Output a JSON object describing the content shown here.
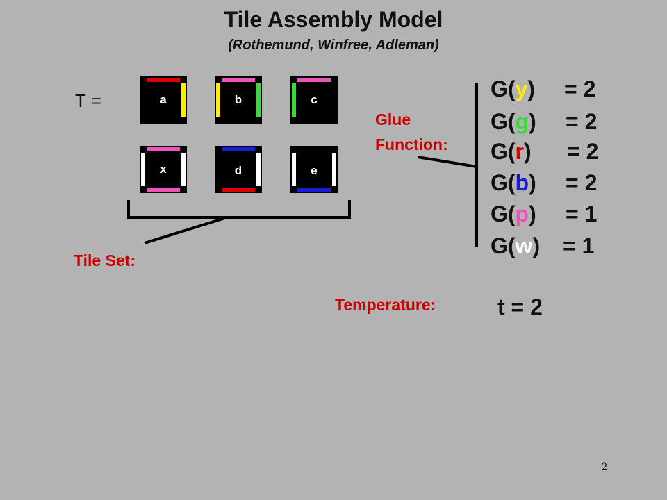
{
  "title": "Tile Assembly Model",
  "subtitle": "(Rothemund, Winfree, Adleman)",
  "tileset_symbol": "T =",
  "tiles": [
    {
      "label": "a"
    },
    {
      "label": "b"
    },
    {
      "label": "c"
    },
    {
      "label": "x"
    },
    {
      "label": "d"
    },
    {
      "label": "e"
    }
  ],
  "glue_colors": {
    "y": "#ffee00",
    "g": "#33dd33",
    "r": "#dd0000",
    "b": "#1a1ad9",
    "p": "#ee55bb",
    "w": "#ffffff"
  },
  "labels": {
    "glue_line1": "Glue",
    "glue_line2": "Function:",
    "tile_set": "Tile Set:",
    "temperature": "Temperature:"
  },
  "glue_function": [
    {
      "glue": "y",
      "value": "= 2"
    },
    {
      "glue": "g",
      "value": "= 2"
    },
    {
      "glue": "r",
      "value": "= 2"
    },
    {
      "glue": "b",
      "value": "= 2"
    },
    {
      "glue": "p",
      "value": "= 1"
    },
    {
      "glue": "w",
      "value": "= 1"
    }
  ],
  "temperature_value": "t = 2",
  "slide_number": "2"
}
